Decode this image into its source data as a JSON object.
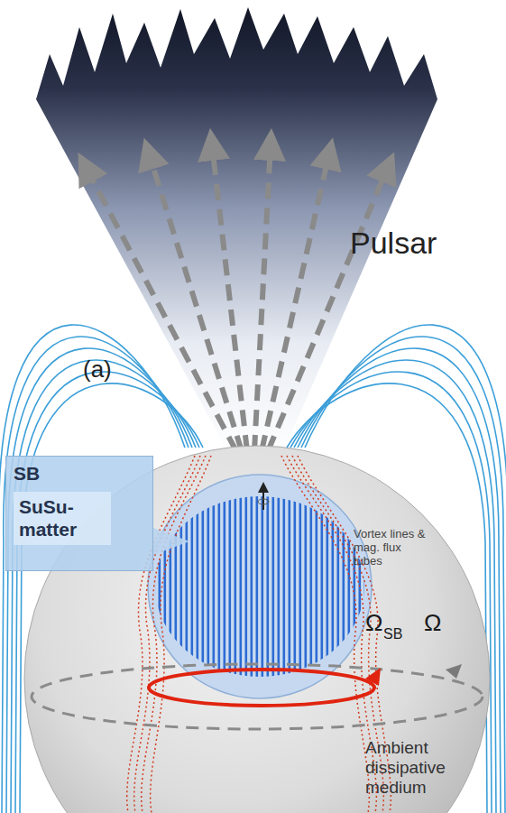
{
  "diagram": {
    "nodes": [
      {
        "text": [
          "SB",
          "SuSu-matter"
        ]
      }
    ],
    "labels": [
      "Pulsar",
      "(a)",
      "Vortex lines & mag. flux tubes",
      "Ω",
      "SB",
      "Ω",
      "Ambient dissipative medium"
    ]
  }
}
